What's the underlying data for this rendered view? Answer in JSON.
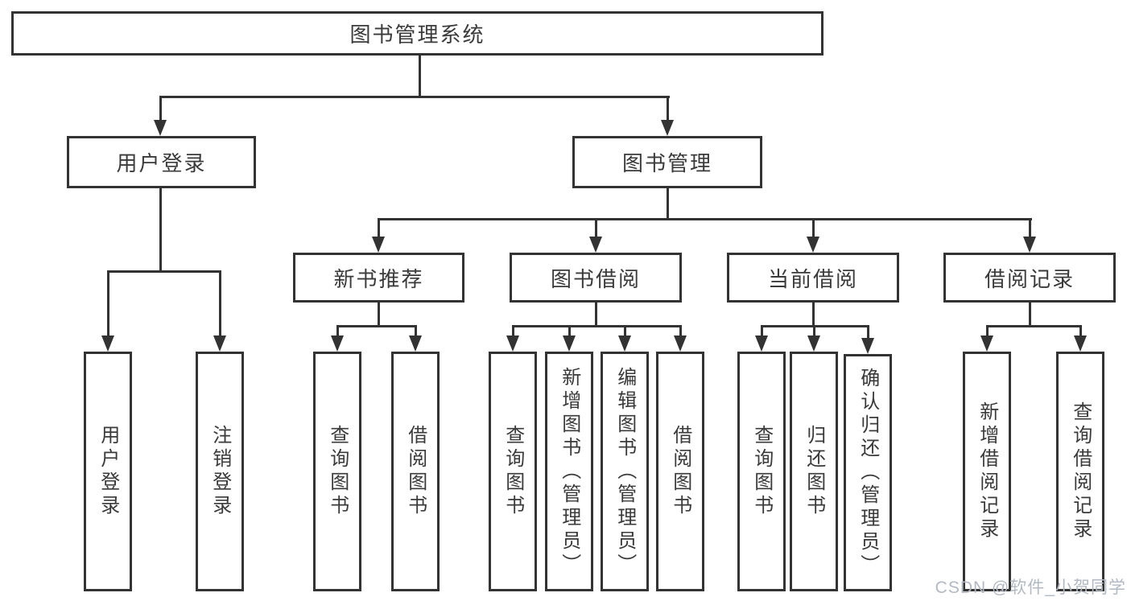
{
  "diagram": {
    "title_node": "图书管理系统",
    "colors": {
      "line": "#333333",
      "box_border": "#333333",
      "box_background": "#ffffff",
      "text": "#3a3a3a",
      "watermark": "#b3b9c2"
    },
    "nodes": {
      "root": {
        "label": "图书管理系统"
      },
      "user_login": {
        "label": "用户登录",
        "children": {
          "login": {
            "label": "用户登录"
          },
          "logout": {
            "label": "注销登录"
          }
        }
      },
      "book_management": {
        "label": "图书管理",
        "children": {
          "new_book_recommend": {
            "label": "新书推荐",
            "children": {
              "query_book": {
                "label": "查询图书"
              },
              "borrow_book": {
                "label": "借阅图书"
              }
            }
          },
          "book_borrowing": {
            "label": "图书借阅",
            "children": {
              "query_book": {
                "label": "查询图书"
              },
              "add_book_admin": {
                "label": "新增图书（管理员）"
              },
              "edit_book_admin": {
                "label": "编辑图书（管理员）"
              },
              "borrow_book": {
                "label": "借阅图书"
              }
            }
          },
          "current_borrowing": {
            "label": "当前借阅",
            "children": {
              "query_book": {
                "label": "查询图书"
              },
              "return_book": {
                "label": "归还图书"
              },
              "confirm_return_admin": {
                "label": "确认归还（管理员）"
              }
            }
          },
          "borrowing_records": {
            "label": "借阅记录",
            "children": {
              "add_borrow_record": {
                "label": "新增借阅记录"
              },
              "query_borrow_record": {
                "label": "查询借阅记录"
              }
            }
          }
        }
      }
    }
  },
  "watermark": {
    "text": "CSDN @软件_小贺同学"
  }
}
